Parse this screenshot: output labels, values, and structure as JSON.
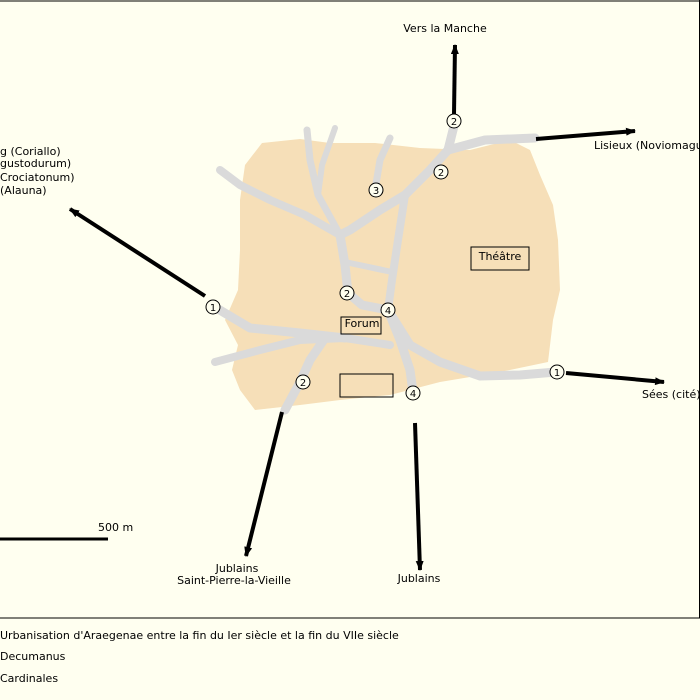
{
  "colors": {
    "background": "#fffff0",
    "city_area": "#f6dfb8",
    "roads": "#dadada",
    "arrows": "#000000",
    "frame": "#000000"
  },
  "labels": {
    "north": "Vers la Manche",
    "northeast": "Lisieux (Noviomagus)",
    "east": "Sées (cité)",
    "south": "Jublains",
    "southwest_1": "Jublains",
    "southwest_2": "Saint-Pierre-la-Vieille",
    "northwest": [
      "g (Coriallo)",
      "gustodurum)",
      "Crociatonum)",
      "(Alauna)"
    ]
  },
  "buildings": {
    "theatre": "Théâtre",
    "forum": "Forum"
  },
  "road_markers": [
    "1",
    "2",
    "2",
    "3",
    "2",
    "4",
    "2",
    "4",
    "1"
  ],
  "scale": {
    "label": "500 m"
  },
  "legend": {
    "urbanisation": "Urbanisation d'Araegenae entre la fin du Ier siècle et la fin du VIIe siècle",
    "decumanus": "Decumanus",
    "cardinales": "Cardinales"
  }
}
